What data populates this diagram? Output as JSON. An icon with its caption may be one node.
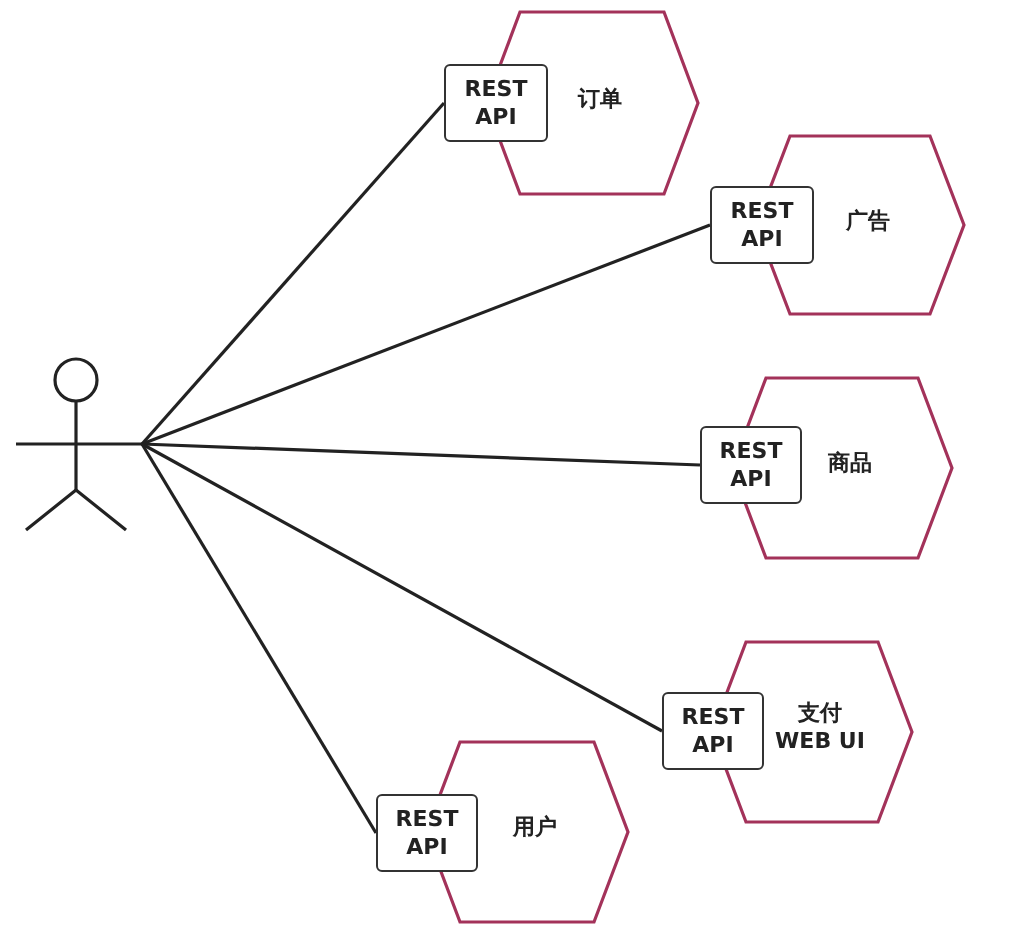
{
  "diagram": {
    "nodes": [
      {
        "text": [],
        "shape": "person"
      },
      {
        "text": [
          "订单"
        ]
      },
      {
        "text": [
          "REST API"
        ]
      },
      {
        "text": [
          "广告"
        ]
      },
      {
        "text": [
          "REST API"
        ]
      },
      {
        "text": [
          "商品"
        ]
      },
      {
        "text": [
          "REST API"
        ]
      },
      {
        "text": [
          "支付 WEB UI"
        ]
      },
      {
        "text": [
          "REST API"
        ]
      },
      {
        "text": [
          "用户"
        ]
      },
      {
        "text": [
          "REST API"
        ]
      }
    ],
    "edges": [
      {
        "from": 0,
        "to": 2,
        "arrow": "none"
      },
      {
        "from": 0,
        "to": 4,
        "arrow": "none"
      },
      {
        "from": 0,
        "to": 6,
        "arrow": "none"
      },
      {
        "from": 0,
        "to": 8,
        "arrow": "none"
      },
      {
        "from": 0,
        "to": 10,
        "arrow": "none"
      }
    ]
  }
}
